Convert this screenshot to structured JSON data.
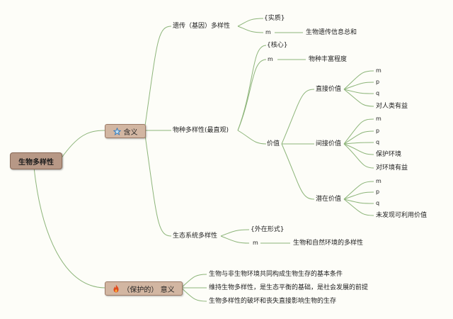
{
  "root": {
    "label": "生物多样性"
  },
  "meaning": {
    "label": "含义",
    "icon": "star-icon",
    "genetic": {
      "label": "遗传（基因）多样性",
      "essence_tag": "{实质}",
      "m": "m",
      "m_text": "生物遗传信息总和"
    },
    "species": {
      "label": "物种多样性(最直观)",
      "core_tag": "{核心}",
      "m": "m",
      "m_text": "物种丰富程度",
      "value": {
        "label": "价值",
        "direct": {
          "label": "直接价值",
          "items": [
            "m",
            "p",
            "q",
            "对人类有益"
          ]
        },
        "indirect": {
          "label": "间接价值",
          "items": [
            "m",
            "p",
            "q",
            "保护环境",
            "对环境有益"
          ]
        },
        "potential": {
          "label": "潜在价值",
          "items": [
            "m",
            "p",
            "q",
            "未发现可利用价值"
          ]
        }
      }
    },
    "ecosystem": {
      "label": "生态系统多样性",
      "form_tag": "{外在形式}",
      "m": "m",
      "m_text": "生物和自然环境的多样性"
    }
  },
  "significance": {
    "label": "（保护的） 意义",
    "icon": "fire-icon",
    "items": [
      "生物与非生物环境共同构成生物生存的基本条件",
      "维持生物多样性，是生态平衡的基础，是社会发展的前提",
      "生物多样性的破坏和丧失直接影响生物的生存"
    ]
  },
  "colors": {
    "line": "#8db57a",
    "root_bg": "#b79886",
    "box_bg": "#d2b6a2"
  }
}
